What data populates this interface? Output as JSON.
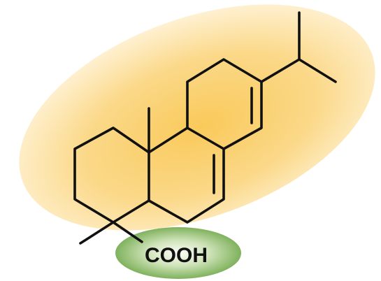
{
  "molecule": {
    "functional_group_label": "COOH"
  },
  "colors": {
    "hydrophobic_highlight": "#f9c95a",
    "hydrophilic_highlight": "#6fa84a",
    "bonds": "#111111",
    "background": "#ffffff"
  },
  "icons": {
    "hydrophobic_region": "yellow-ellipse",
    "hydrophilic_region": "green-ellipse"
  }
}
